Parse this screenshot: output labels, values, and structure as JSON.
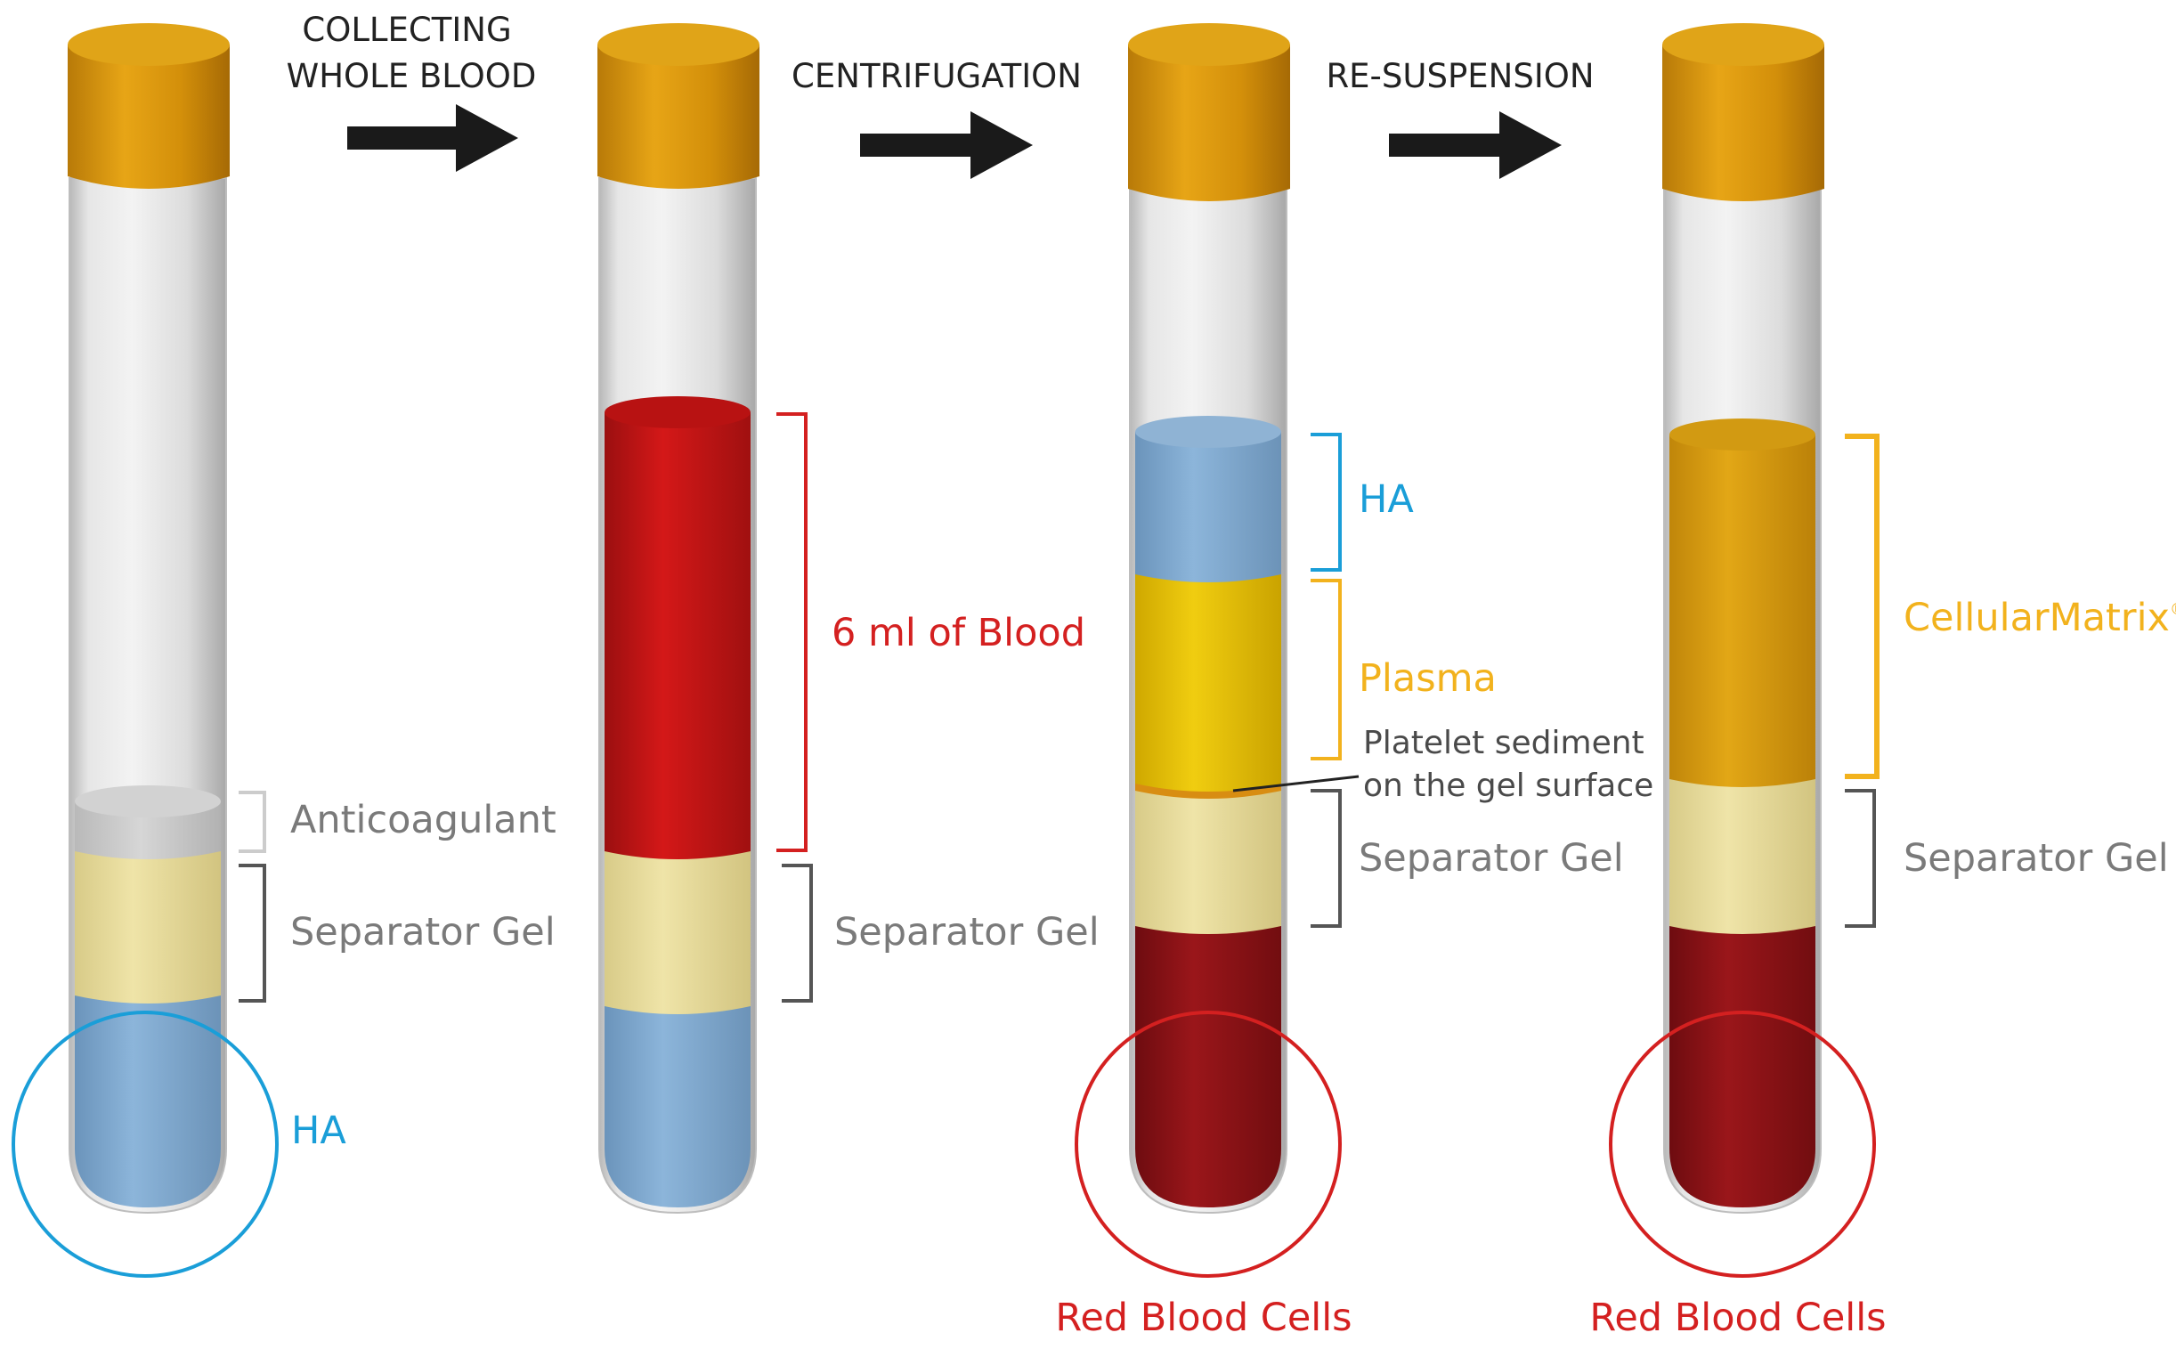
{
  "steps": {
    "collecting_line1": "COLLECTING",
    "collecting_line2": "WHOLE BLOOD",
    "centrifugation": "CENTRIFUGATION",
    "resuspension": "RE-SUSPENSION"
  },
  "tube1": {
    "anticoagulant": "Anticoagulant",
    "separator_gel": "Separator Gel",
    "ha": "HA"
  },
  "tube2": {
    "blood_volume": "6 ml of Blood",
    "separator_gel": "Separator Gel"
  },
  "tube3": {
    "ha": "HA",
    "plasma": "Plasma",
    "platelet_line1": "Platelet sediment",
    "platelet_line2": "on the gel surface",
    "separator_gel": "Separator Gel",
    "red_blood_cells": "Red Blood Cells"
  },
  "tube4": {
    "cellular_matrix": "CellularMatrix",
    "trademark": "®",
    "separator_gel": "Separator Gel",
    "red_blood_cells": "Red Blood Cells"
  },
  "colors": {
    "cap": "#d9950e",
    "blood": "#c41414",
    "dark_blood": "#8e1418",
    "ha": "#7fa9cf",
    "gel": "#e7db9a",
    "plasma": "#e5c200",
    "matrix": "#d99d0b",
    "anticoagulant": "#c9c9c9",
    "label_grey": "#7a7a7a",
    "label_red": "#d42020",
    "label_blue": "#1a9ed8",
    "label_orange": "#f2b21d"
  }
}
